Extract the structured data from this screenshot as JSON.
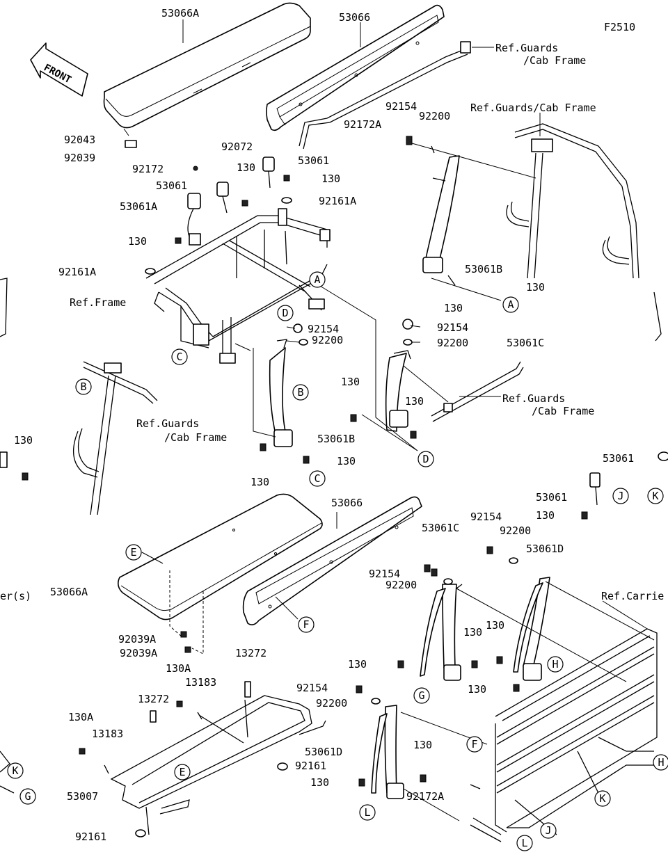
{
  "diagram_code": "F2510",
  "front_label": "FRONT",
  "callouts": [
    {
      "text": "53066A"
    },
    {
      "text": "53066"
    },
    {
      "text": "Ref.Guards"
    },
    {
      "text": "/Cab Frame"
    },
    {
      "text": "Ref.Guards/Cab Frame"
    },
    {
      "text": "92154"
    },
    {
      "text": "92200"
    },
    {
      "text": "92172A"
    },
    {
      "text": "92043"
    },
    {
      "text": "92039"
    },
    {
      "text": "92072"
    },
    {
      "text": "92172"
    },
    {
      "text": "130"
    },
    {
      "text": "53061"
    },
    {
      "text": "130"
    },
    {
      "text": "53061"
    },
    {
      "text": "92161A"
    },
    {
      "text": "53061A"
    },
    {
      "text": "130"
    },
    {
      "text": "92161A"
    },
    {
      "text": "53061B"
    },
    {
      "text": "130"
    },
    {
      "text": "130"
    },
    {
      "text": "Ref.Frame"
    },
    {
      "text": "92154"
    },
    {
      "text": "92200"
    },
    {
      "text": "53061C"
    },
    {
      "text": "92154"
    },
    {
      "text": "92200"
    },
    {
      "text": "130"
    },
    {
      "text": "130"
    },
    {
      "text": "Ref.Guards"
    },
    {
      "text": "/Cab Frame"
    },
    {
      "text": "Ref.Guards"
    },
    {
      "text": "/Cab Frame"
    },
    {
      "text": "53061B"
    },
    {
      "text": "130"
    },
    {
      "text": "130"
    },
    {
      "text": "130"
    },
    {
      "text": "53061"
    },
    {
      "text": "53061"
    },
    {
      "text": "130"
    },
    {
      "text": "53066"
    },
    {
      "text": "53061C"
    },
    {
      "text": "92154"
    },
    {
      "text": "92200"
    },
    {
      "text": "53061D"
    },
    {
      "text": "92154"
    },
    {
      "text": "92200"
    },
    {
      "text": "53066A"
    },
    {
      "text": "er(s)"
    },
    {
      "text": "Ref.Carrie"
    },
    {
      "text": "130"
    },
    {
      "text": "130"
    },
    {
      "text": "130"
    },
    {
      "text": "130"
    },
    {
      "text": "13272"
    },
    {
      "text": "130A"
    },
    {
      "text": "13183"
    },
    {
      "text": "13272"
    },
    {
      "text": "92039A"
    },
    {
      "text": "92039A"
    },
    {
      "text": "92154"
    },
    {
      "text": "92200"
    },
    {
      "text": "130A"
    },
    {
      "text": "13183"
    },
    {
      "text": "53061D"
    },
    {
      "text": "92161"
    },
    {
      "text": "130"
    },
    {
      "text": "130"
    },
    {
      "text": "53007"
    },
    {
      "text": "92172A"
    },
    {
      "text": "92161"
    }
  ],
  "ref_letters": [
    {
      "letter": "A"
    },
    {
      "letter": "A"
    },
    {
      "letter": "D"
    },
    {
      "letter": "B"
    },
    {
      "letter": "C"
    },
    {
      "letter": "B"
    },
    {
      "letter": "C"
    },
    {
      "letter": "D"
    },
    {
      "letter": "J"
    },
    {
      "letter": "K"
    },
    {
      "letter": "E"
    },
    {
      "letter": "F"
    },
    {
      "letter": "H"
    },
    {
      "letter": "G"
    },
    {
      "letter": "E"
    },
    {
      "letter": "F"
    },
    {
      "letter": "L"
    },
    {
      "letter": "K"
    },
    {
      "letter": "G"
    },
    {
      "letter": "K"
    },
    {
      "letter": "J"
    },
    {
      "letter": "L"
    },
    {
      "letter": "H"
    }
  ]
}
